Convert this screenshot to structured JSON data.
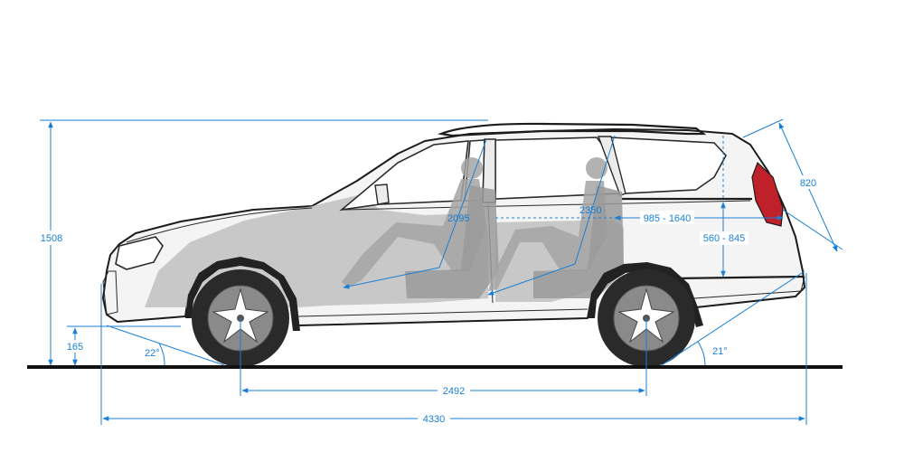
{
  "dimensions": {
    "overall_height": "1508",
    "ground_clearance": "165",
    "approach_angle": "22°",
    "departure_angle": "21°",
    "front_legroom": "2095",
    "rear_legroom": "2350",
    "cargo_length": "985 - 1640",
    "cargo_height": "560 - 845",
    "tailgate_opening": "820",
    "wheelbase": "2492",
    "overall_length": "4330"
  },
  "colors": {
    "dimension": "#1a7fd4",
    "outline": "#1c1c1c",
    "ground": "#111111",
    "taillight": "#c0202a"
  }
}
